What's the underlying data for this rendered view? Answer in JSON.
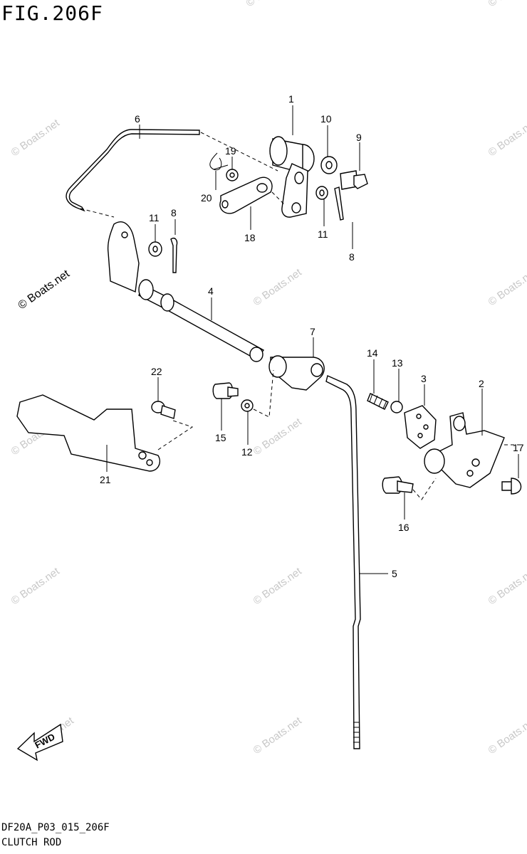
{
  "figure": {
    "title": "FIG.206F",
    "code": "DF20A_P03_015_206F",
    "name": "CLUTCH ROD"
  },
  "watermark": "© Boats.net",
  "fwd_arrow_label": "FWD",
  "callouts": [
    "1",
    "2",
    "3",
    "4",
    "5",
    "6",
    "7",
    "8",
    "8",
    "9",
    "10",
    "11",
    "11",
    "12",
    "13",
    "14",
    "15",
    "16",
    "17",
    "18",
    "19",
    "20",
    "21",
    "22"
  ]
}
